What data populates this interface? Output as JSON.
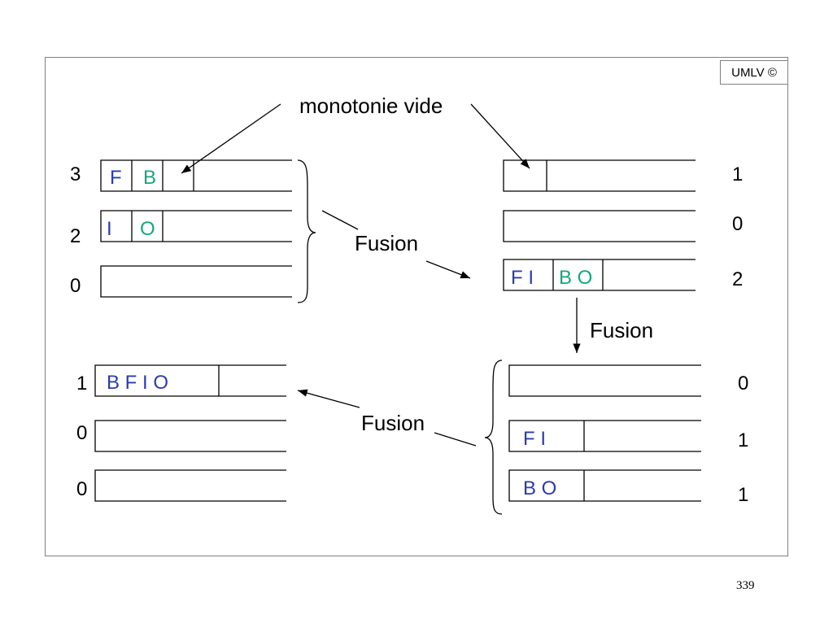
{
  "badge": "UMLV ©",
  "page_number": "339",
  "labels": {
    "monotonie": "monotonie vide",
    "fusion": "Fusion"
  },
  "colors": {
    "blue": "#2a3bb2",
    "teal": "#16a77c",
    "line": "#000000"
  },
  "stages": {
    "initial": {
      "counts": [
        "3",
        "2",
        "0"
      ],
      "row1": [
        "F",
        "B"
      ],
      "row2": [
        "I",
        "O"
      ]
    },
    "after_first": {
      "counts": [
        "1",
        "0",
        "2"
      ],
      "row3_blue": "F I",
      "row3_teal": "B O"
    },
    "after_second": {
      "counts": [
        "0",
        "1",
        "1"
      ],
      "row2": "F I",
      "row3": "B O"
    },
    "final": {
      "counts": [
        "1",
        "0",
        "0"
      ],
      "row1": "B F I O"
    }
  }
}
